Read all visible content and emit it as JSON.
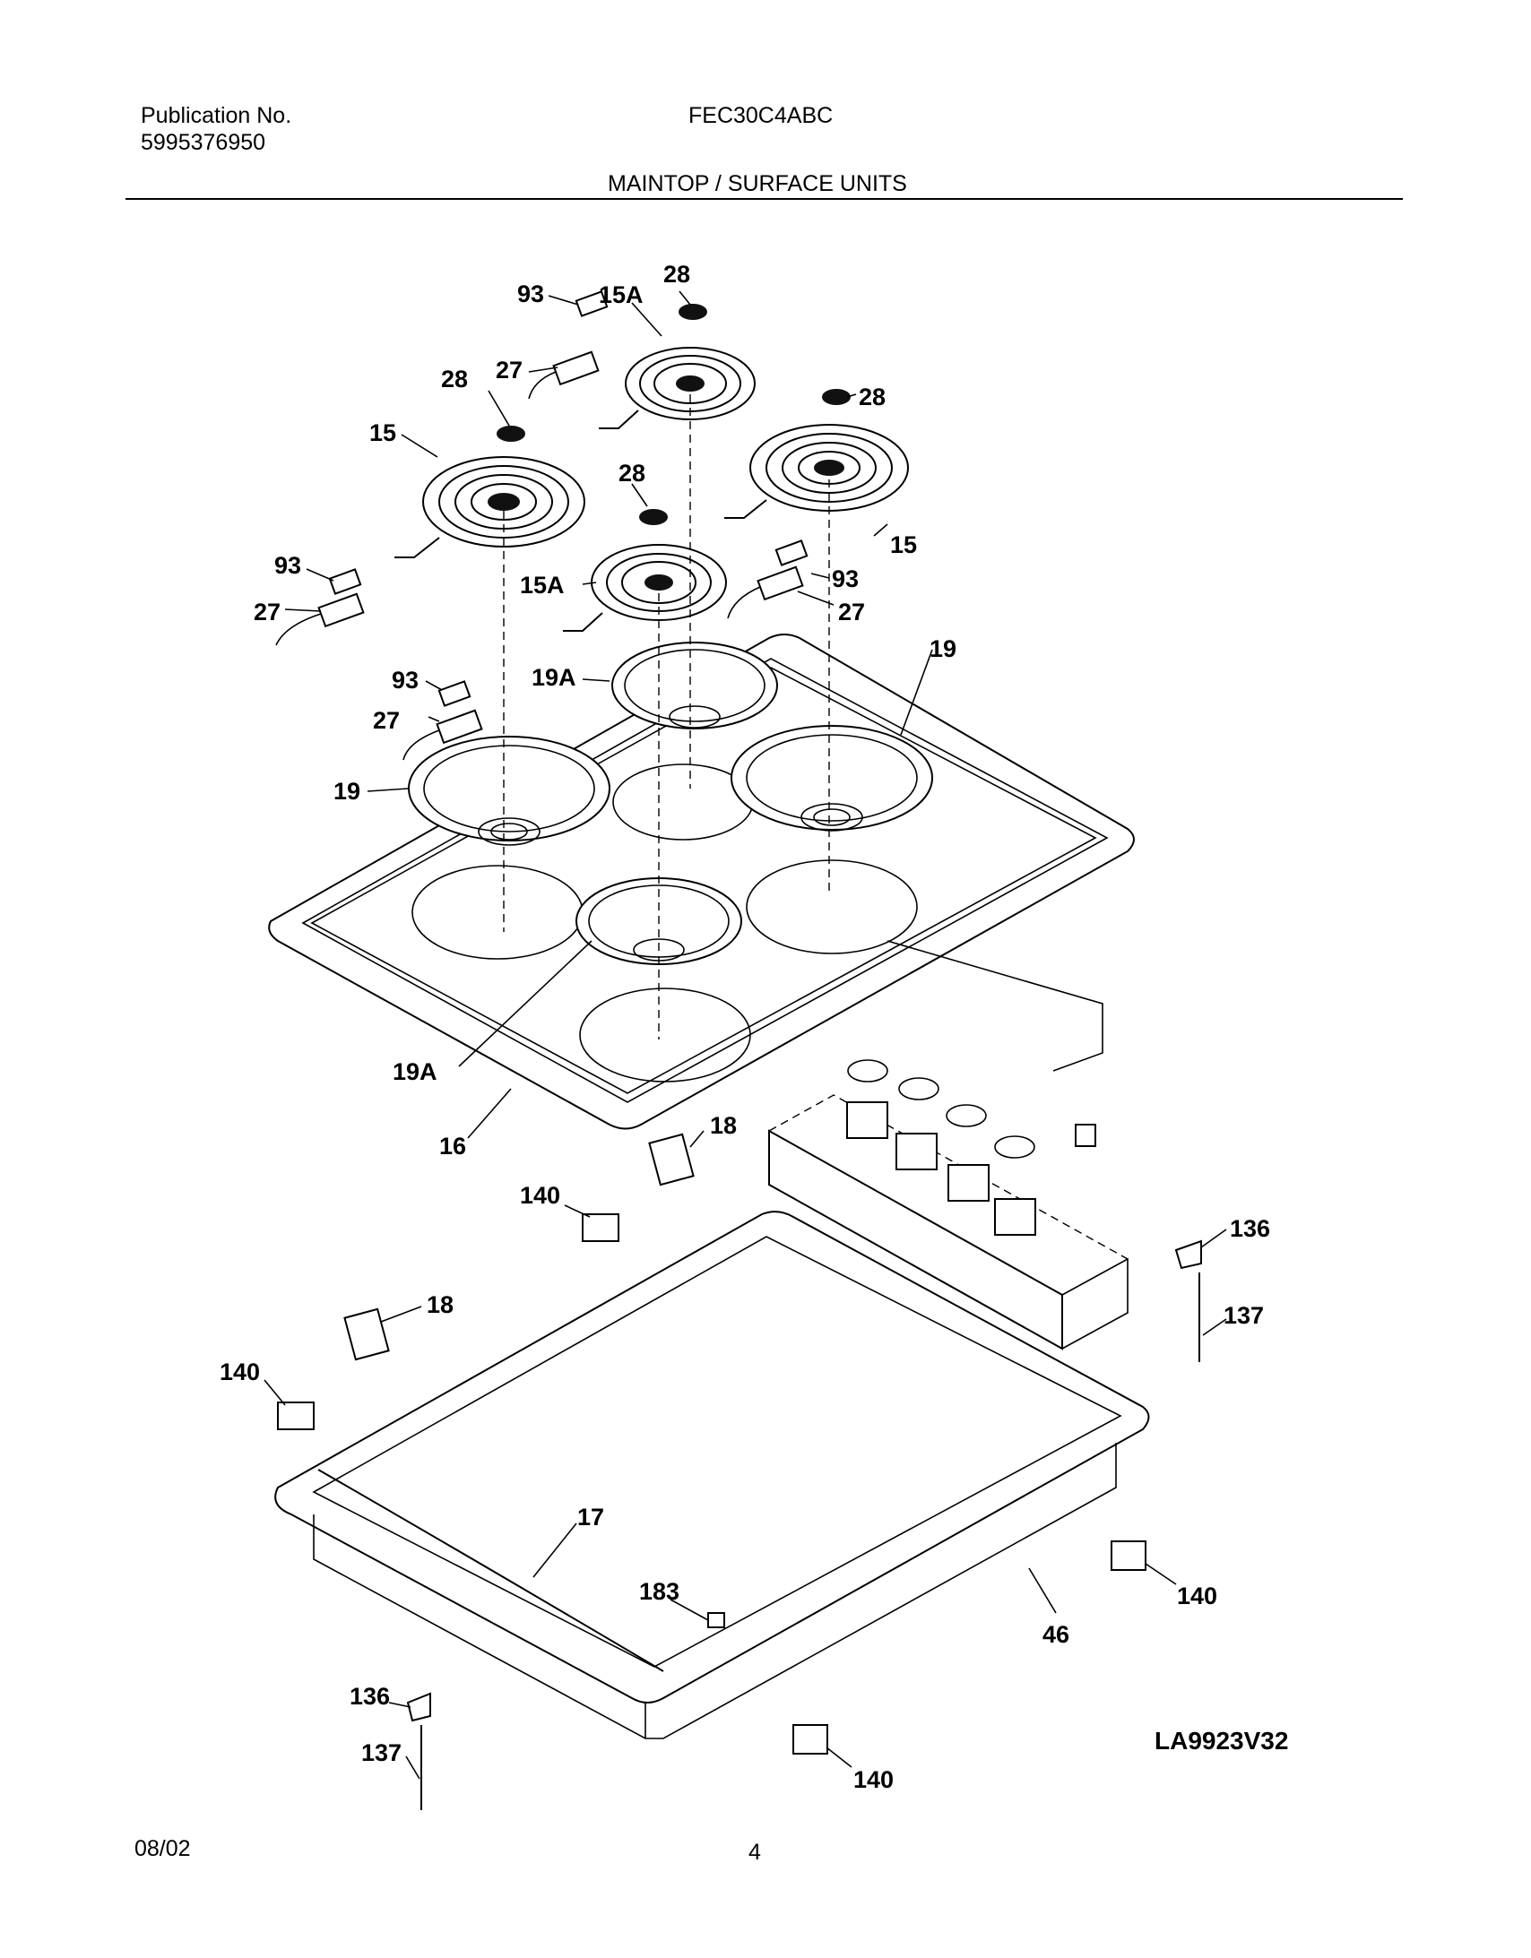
{
  "header": {
    "publication_label": "Publication No.",
    "publication_number": "5995376950",
    "model": "FEC30C4ABC",
    "section_title": "MAINTOP / SURFACE UNITS"
  },
  "footer": {
    "date": "08/02",
    "page_number": "4"
  },
  "diagram": {
    "drawing_id": "LA9923V32",
    "part_labels": [
      "28",
      "15A",
      "93",
      "27",
      "28",
      "15",
      "28",
      "28",
      "15",
      "15A",
      "93",
      "27",
      "93",
      "27",
      "93",
      "27",
      "19A",
      "19",
      "19",
      "19A",
      "16",
      "18",
      "140",
      "18",
      "140",
      "136",
      "137",
      "17",
      "183",
      "46",
      "140",
      "136",
      "137",
      "140"
    ]
  }
}
